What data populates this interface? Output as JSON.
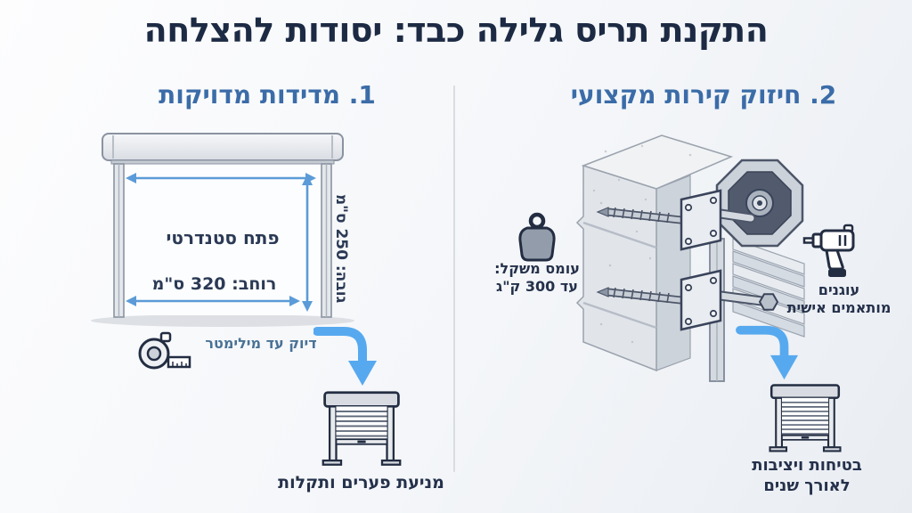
{
  "title": "התקנת תריס גלילה כבד: יסודות להצלחה",
  "left_section": {
    "heading": "1. מדידות מדויקות",
    "diagram": {
      "opening_label": "פתח סטנדרטי",
      "width_label": "רוחב: 320 ס\"מ",
      "height_label": "גובה: 250 ס\"מ"
    },
    "precision_note": "דיוק עד מילימטר",
    "caption": "מניעת פערים ותקלות"
  },
  "right_section": {
    "heading": "2. חיזוק קירות מקצועי",
    "weight_note": {
      "line1": "עומס משקל:",
      "line2": "עד 300 ק\"ג"
    },
    "anchor_note": {
      "line1": "עוגנים",
      "line2": "מותאמים אישית"
    },
    "caption": {
      "line1": "בטיחות ויציבות",
      "line2": "לאורך שנים"
    }
  },
  "icons": {
    "tape_measure": "tape-measure-icon",
    "weight": "weight-icon",
    "drill": "drill-icon",
    "shutter_small": "rolling-shutter-icon",
    "flow_arrow": "curved-arrow-icon"
  },
  "colors": {
    "title_text": "#1d2a44",
    "section_heading": "#3b6ca8",
    "body_text": "#25314b",
    "note_text": "#4a7296",
    "dimension_arrow": "#5b9bd8",
    "flow_arrow": "#57a9ef",
    "background": "#f4f6f9",
    "outline_dark": "#232d42"
  }
}
